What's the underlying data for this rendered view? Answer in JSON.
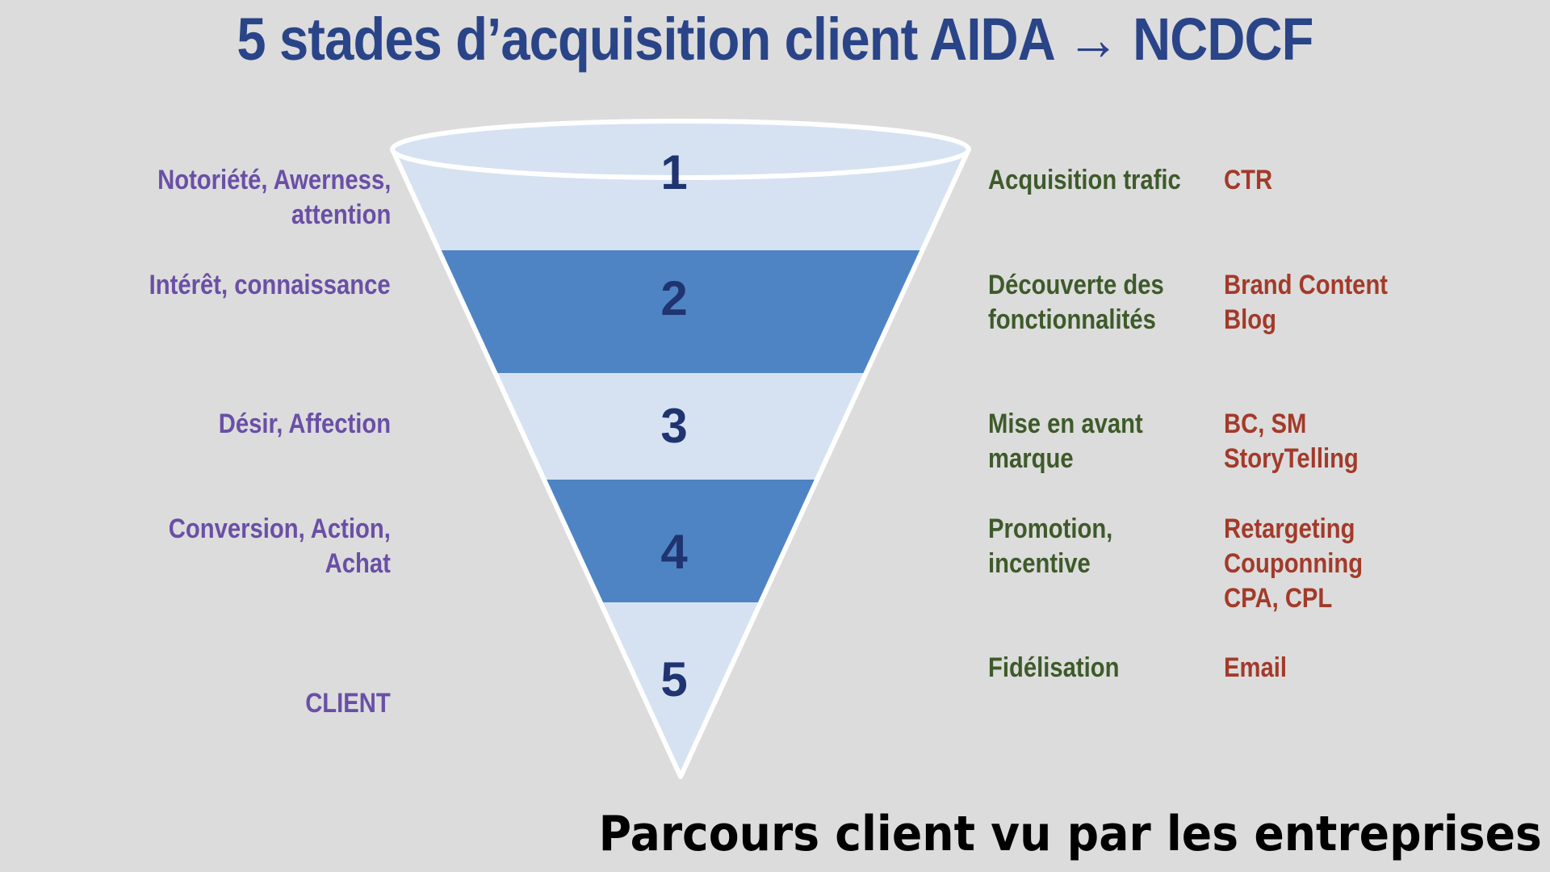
{
  "title": "5 stades d’acquisition client AIDA → NCDCF",
  "caption": "Parcours client vu par les entreprises",
  "colors": {
    "title": "#2a4488",
    "left_labels": "#6a4fa6",
    "middle_labels": "#3e5a2a",
    "right_labels": "#a33a2a",
    "band_light": "#d6e2f2",
    "band_dark": "#4f84c4",
    "stage_number": "#1f3470",
    "outline": "#ffffff",
    "background": "#dcdcdc"
  },
  "stages": [
    {
      "number": "1",
      "shade": "light",
      "aida": "Notoriété, Awerness,\nattention",
      "ncdcf": "Acquisition trafic",
      "levers": "CTR"
    },
    {
      "number": "2",
      "shade": "dark",
      "aida": "Intérêt, connaissance",
      "ncdcf": "Découverte des\nfonctionnalités",
      "levers": "Brand Content\nBlog"
    },
    {
      "number": "3",
      "shade": "light",
      "aida": "Désir, Affection",
      "ncdcf": "Mise en avant\nmarque",
      "levers": "BC, SM\nStoryTelling"
    },
    {
      "number": "4",
      "shade": "dark",
      "aida": "Conversion, Action,\nAchat",
      "ncdcf": "Promotion,\nincentive",
      "levers": "Retargeting\nCouponning\nCPA, CPL"
    },
    {
      "number": "5",
      "shade": "light",
      "aida": "CLIENT",
      "ncdcf": "Fidélisation",
      "levers": "Email"
    }
  ]
}
